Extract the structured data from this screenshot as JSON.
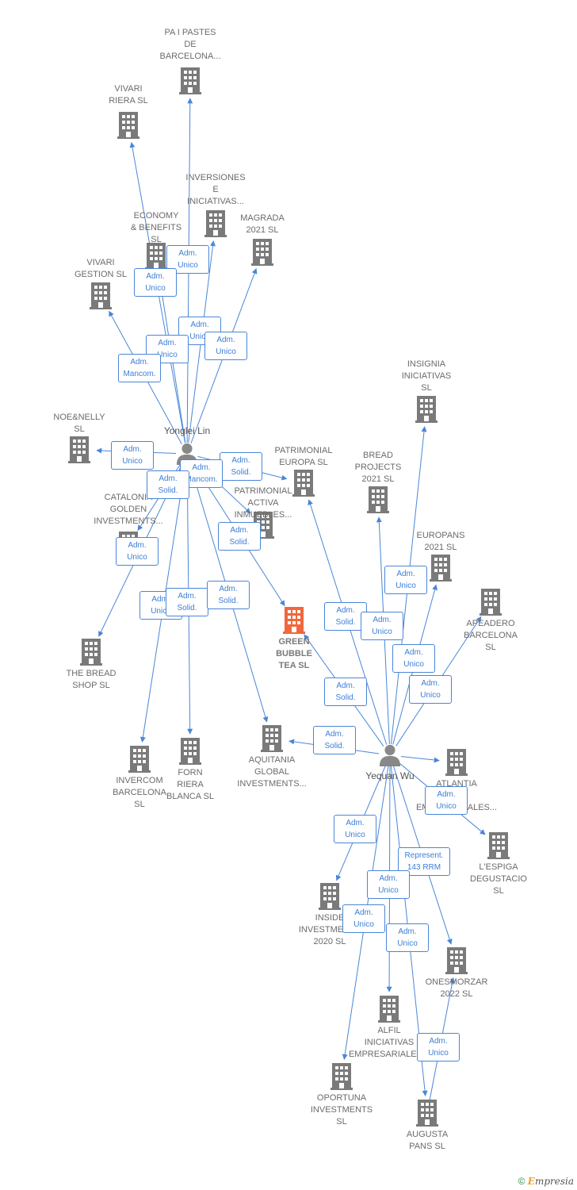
{
  "colors": {
    "edge": "#4a86d8",
    "company": "#7a7a7a",
    "main_company": "#f0683c",
    "person": "#888888"
  },
  "persons": [
    {
      "id": "yonglei",
      "name": "Yonglei Lin"
    },
    {
      "id": "yequan",
      "name": "Yequan Wu"
    }
  ],
  "companies": [
    {
      "id": "papastes",
      "name": "PA I PASTES\nDE\nBARCELONA..."
    },
    {
      "id": "vivari_riera",
      "name": "VIVARI\nRIERA  SL"
    },
    {
      "id": "inversiones",
      "name": "INVERSIONES\nE\nINICIATIVAS..."
    },
    {
      "id": "economy",
      "name": "ECONOMY\n& BENEFITS\nSL"
    },
    {
      "id": "magrada",
      "name": "MAGRADA\n2021  SL"
    },
    {
      "id": "vivari_gestion",
      "name": "VIVARI\nGESTION  SL"
    },
    {
      "id": "noe",
      "name": "NOE&NELLY\nSL"
    },
    {
      "id": "catalonia",
      "name": "CATALONIA\nGOLDEN\nINVESTMENTS..."
    },
    {
      "id": "bread_shop",
      "name": "THE BREAD\nSHOP  SL"
    },
    {
      "id": "invercom",
      "name": "INVERCOM\nBARCELONA\nSL"
    },
    {
      "id": "forn",
      "name": "FORN\nRIERA\nBLANCA  SL"
    },
    {
      "id": "aquitania",
      "name": "AQUITANIA\nGLOBAL\nINVESTMENTS..."
    },
    {
      "id": "green",
      "name": "GREEN\nBUBBLE\nTEA  SL",
      "main": true
    },
    {
      "id": "patrimonial_europa",
      "name": "PATRIMONIAL\nEUROPA  SL"
    },
    {
      "id": "patrimonial_activa",
      "name": "PATRIMONIAL\nACTIVA\nINMUEBLES..."
    },
    {
      "id": "insignia",
      "name": "INSIGNIA\nINICIATIVAS\nSL"
    },
    {
      "id": "bread_projects",
      "name": "BREAD\nPROJECTS\n2021  SL"
    },
    {
      "id": "europans",
      "name": "EUROPANS\n2021  SL"
    },
    {
      "id": "apeadero",
      "name": "APEADERO\nBARCELONA\nSL"
    },
    {
      "id": "atlantia",
      "name": "ATLANTIA\nVAS\nEMPRESARIALES..."
    },
    {
      "id": "lespiga",
      "name": "L'ESPIGA\nDEGUSTACIO\nSL"
    },
    {
      "id": "inside",
      "name": "INSIDE\nINVESTMENTS\n2020  SL"
    },
    {
      "id": "onesmorzar",
      "name": "ONESMORZAR\n2022  SL"
    },
    {
      "id": "alfil",
      "name": "ALFIL\nINICIATIVAS\nEMPRESARIALES..."
    },
    {
      "id": "oportuna",
      "name": "OPORTUNA\nINVESTMENTS\nSL"
    },
    {
      "id": "augusta",
      "name": "AUGUSTA\nPANS  SL"
    }
  ],
  "relations": [
    {
      "from": "yonglei",
      "to": "papastes",
      "label": "Adm.\nUnico"
    },
    {
      "from": "yonglei",
      "to": "vivari_riera",
      "label": "Adm.\nUnico"
    },
    {
      "from": "yonglei",
      "to": "inversiones",
      "label": "Adm.\nUnico"
    },
    {
      "from": "yonglei",
      "to": "economy",
      "label": "Adm.\nUnico"
    },
    {
      "from": "yonglei",
      "to": "magrada",
      "label": "Adm.\nUnico"
    },
    {
      "from": "yonglei",
      "to": "vivari_gestion",
      "label": "Adm.\nMancom."
    },
    {
      "from": "yonglei",
      "to": "noe",
      "label": "Adm.\nUnico"
    },
    {
      "from": "yonglei",
      "to": "patrimonial_europa",
      "label": "Adm.\nSolid."
    },
    {
      "from": "yonglei",
      "to": "patrimonial_activa",
      "label": "Adm.\nMancom."
    },
    {
      "from": "yonglei",
      "to": "green",
      "label": "Adm.\nSolid."
    },
    {
      "from": "yonglei",
      "to": "catalonia",
      "label": "Adm.\nSolid."
    },
    {
      "from": "yonglei",
      "to": "bread_shop",
      "label": "Adm.\nUnico"
    },
    {
      "from": "yonglei",
      "to": "invercom",
      "label": "Adm.\nUnico"
    },
    {
      "from": "yonglei",
      "to": "forn",
      "label": "Adm.\nSolid."
    },
    {
      "from": "yonglei",
      "to": "aquitania",
      "label": "Adm.\nSolid."
    },
    {
      "from": "yequan",
      "to": "patrimonial_europa",
      "label": "Adm.\nSolid."
    },
    {
      "from": "yequan",
      "to": "bread_projects",
      "label": "Adm.\nUnico"
    },
    {
      "from": "yequan",
      "to": "insignia",
      "label": "Adm.\nUnico"
    },
    {
      "from": "yequan",
      "to": "europans",
      "label": "Adm.\nUnico"
    },
    {
      "from": "yequan",
      "to": "apeadero",
      "label": "Adm.\nUnico"
    },
    {
      "from": "yequan",
      "to": "green",
      "label": "Adm.\nSolid."
    },
    {
      "from": "yequan",
      "to": "aquitania",
      "label": "Adm.\nSolid."
    },
    {
      "from": "yequan",
      "to": "atlantia",
      "label": ""
    },
    {
      "from": "yequan",
      "to": "lespiga",
      "label": "Adm.\nUnico"
    },
    {
      "from": "yequan",
      "to": "inside",
      "label": "Adm.\nUnico"
    },
    {
      "from": "yequan",
      "to": "onesmorzar",
      "label": "Represent.\n143 RRM"
    },
    {
      "from": "yequan",
      "to": "alfil",
      "label": "Adm.\nUnico"
    },
    {
      "from": "yequan",
      "to": "oportuna",
      "label": "Adm.\nUnico"
    },
    {
      "from": "yequan",
      "to": "augusta",
      "label": "Adm.\nUnico"
    },
    {
      "from": "augusta",
      "to": "onesmorzar",
      "label": "Adm.\nUnico"
    }
  ],
  "footer": {
    "copyright": "©",
    "brand_first": "E",
    "brand_rest": "mpresia"
  }
}
